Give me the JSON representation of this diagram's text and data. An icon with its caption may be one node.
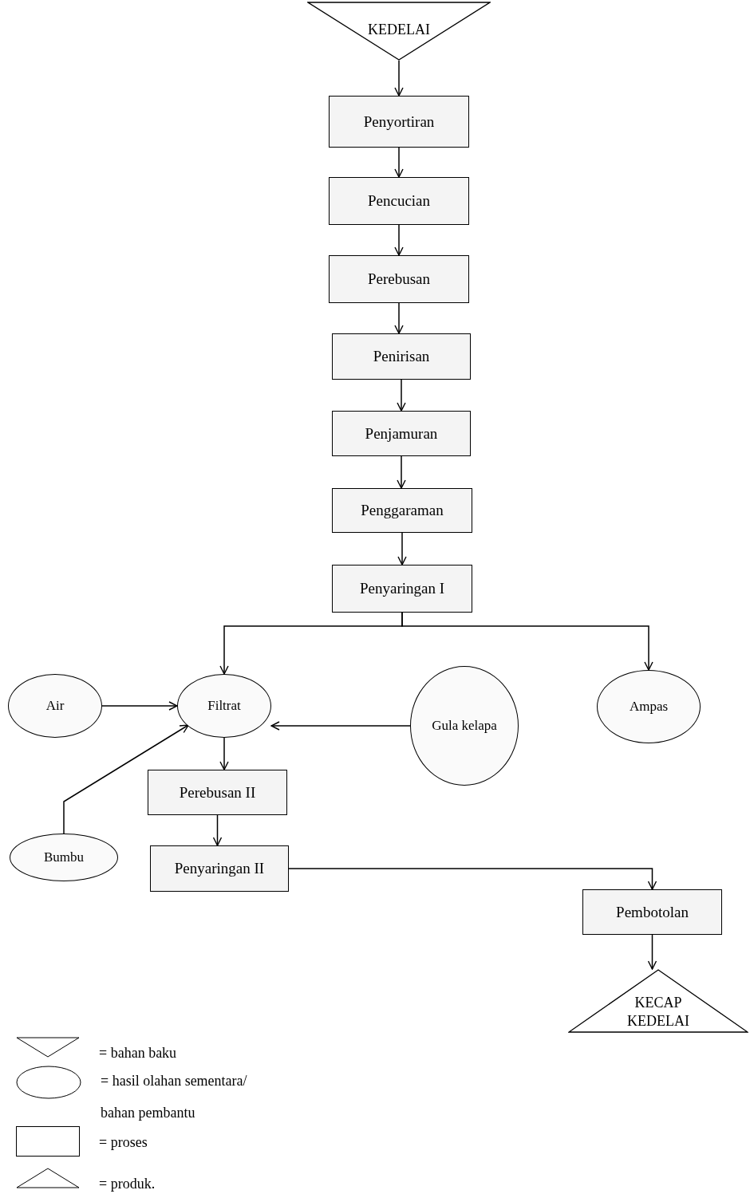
{
  "diagram": {
    "nodes": [
      {
        "text": [
          "KEDELAI"
        ]
      },
      {
        "text": [
          "Penyortiran"
        ]
      },
      {
        "text": [
          "Pencucian"
        ]
      },
      {
        "text": [
          "Perebusan"
        ]
      },
      {
        "text": [
          "Penirisan"
        ]
      },
      {
        "text": [
          "Penjamuran"
        ]
      },
      {
        "text": [
          "Penggaraman"
        ]
      },
      {
        "text": [
          "Penyaringan I"
        ]
      },
      {
        "text": [
          "Filtrat"
        ]
      },
      {
        "text": [
          "Ampas"
        ]
      },
      {
        "text": [
          "Air"
        ]
      },
      {
        "text": [
          "Gula kelapa"
        ]
      },
      {
        "text": [
          "Bumbu"
        ]
      },
      {
        "text": [
          "Perebusan II"
        ]
      },
      {
        "text": [
          "Penyaringan II"
        ]
      },
      {
        "text": [
          "Pembotolan"
        ]
      },
      {
        "text": [
          "KECAP KEDELAI"
        ]
      }
    ],
    "edges": [
      {
        "from": 0,
        "to": 1,
        "arrow": "to"
      },
      {
        "from": 1,
        "to": 2,
        "arrow": "to"
      },
      {
        "from": 2,
        "to": 3,
        "arrow": "to"
      },
      {
        "from": 3,
        "to": 4,
        "arrow": "to"
      },
      {
        "from": 4,
        "to": 5,
        "arrow": "to"
      },
      {
        "from": 5,
        "to": 6,
        "arrow": "to"
      },
      {
        "from": 6,
        "to": 7,
        "arrow": "to"
      },
      {
        "from": 7,
        "to": 8,
        "arrow": "to"
      },
      {
        "from": 7,
        "to": 9,
        "arrow": "to"
      },
      {
        "from": 10,
        "to": 8,
        "arrow": "to"
      },
      {
        "from": 11,
        "to": 8,
        "arrow": "to"
      },
      {
        "from": 12,
        "to": 8,
        "arrow": "to"
      },
      {
        "from": 8,
        "to": 13,
        "arrow": "to"
      },
      {
        "from": 13,
        "to": 14,
        "arrow": "to"
      },
      {
        "from": 14,
        "to": 15,
        "arrow": "to"
      },
      {
        "from": 15,
        "to": 16,
        "arrow": "to"
      }
    ],
    "legend": [
      {
        "text": "= bahan baku"
      },
      {
        "text": "= hasil olahan sementara/ bahan pembantu"
      },
      {
        "text": "= proses"
      },
      {
        "text": "= produk."
      }
    ]
  }
}
